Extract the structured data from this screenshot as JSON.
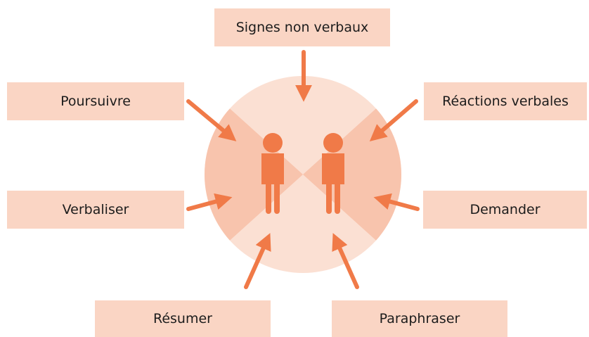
{
  "labels": {
    "top": "Signes non verbaux",
    "top_left": "Poursuivre",
    "top_right": "Réactions verbales",
    "mid_left": "Verbaliser",
    "mid_right": "Demander",
    "bottom_left": "Résumer",
    "bottom_right": "Paraphraser"
  },
  "colors": {
    "box_fill": "#fad5c4",
    "circle_light": "#fbe0d3",
    "sector_dark": "#f8c4ad",
    "accent": "#f07a48"
  }
}
